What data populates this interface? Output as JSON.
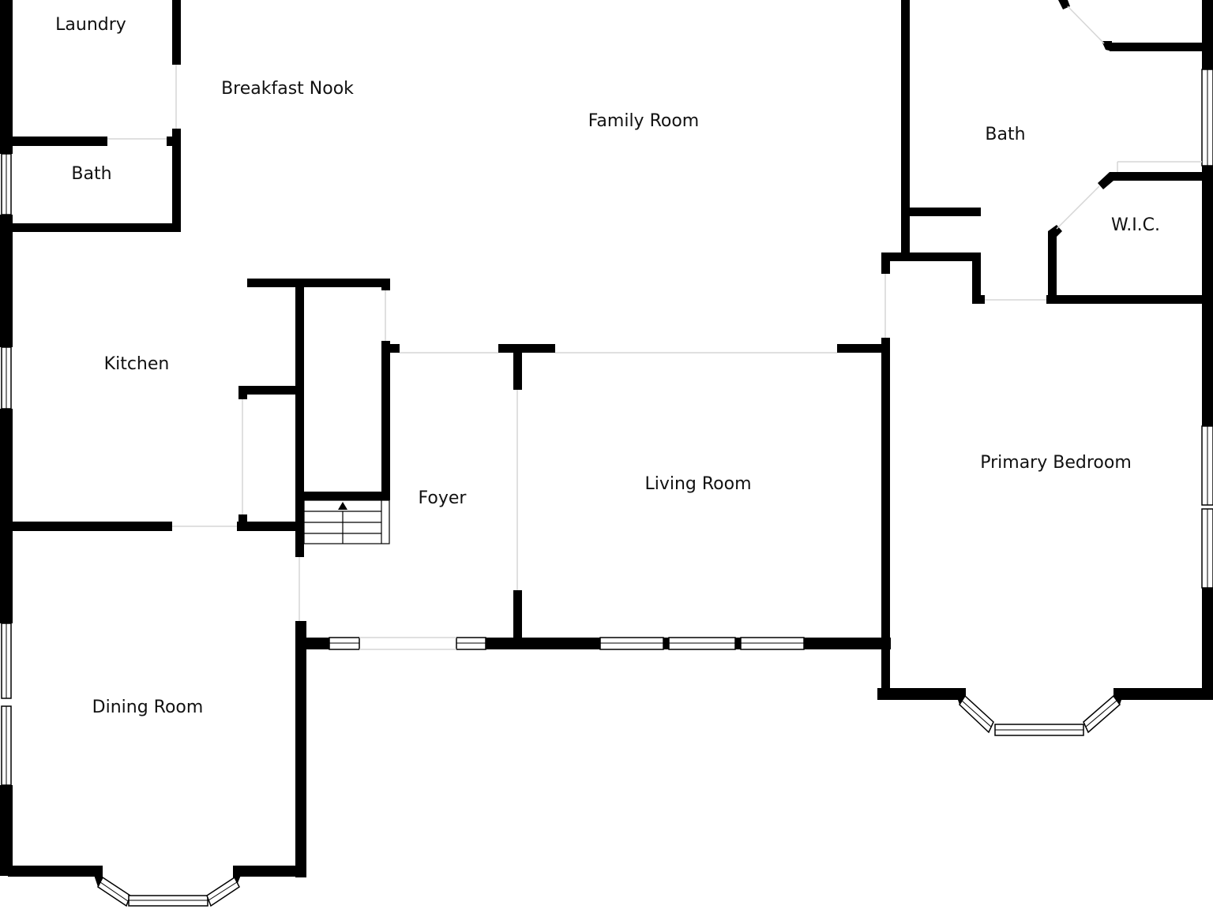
{
  "plan": {
    "rooms": {
      "laundry": "Laundry",
      "breakfast_nook": "Breakfast Nook",
      "family_room": "Family Room",
      "bath_left": "Bath",
      "bath_right": "Bath",
      "wic": "W.I.C.",
      "kitchen": "Kitchen",
      "foyer": "Foyer",
      "living_room": "Living Room",
      "primary_bedroom": "Primary Bedroom",
      "dining_room": "Dining Room"
    },
    "colors": {
      "wall": "#000000",
      "background": "#ffffff",
      "opening": "#d6d6d6"
    }
  }
}
